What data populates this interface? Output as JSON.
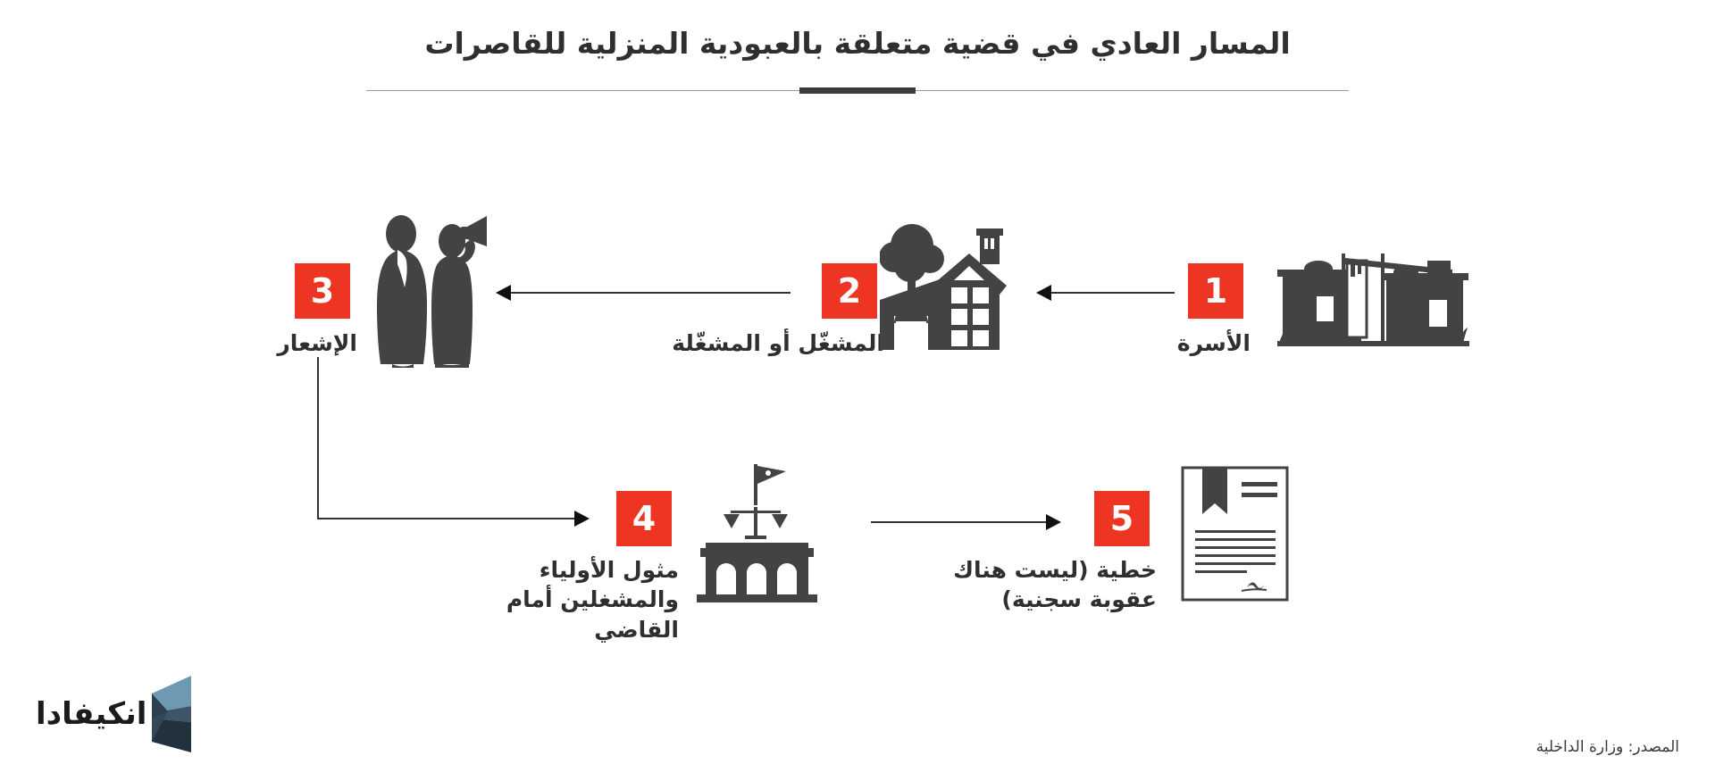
{
  "header": {
    "title": "المسار العادي في قضية متعلقة بالعبودية المنزلية للقاصرات"
  },
  "flow": {
    "steps": [
      {
        "number": "1",
        "label": "الأسرة",
        "icon": "shack-house-icon"
      },
      {
        "number": "2",
        "label": "المشغّل أو المشغّلة",
        "icon": "house-with-tree-icon"
      },
      {
        "number": "3",
        "label": "الإشعار",
        "icon": "two-people-megaphone-icon"
      },
      {
        "number": "4",
        "label": "مثول الأولياء\nوالمشغلين أمام\nالقاضي",
        "icon": "courthouse-icon"
      },
      {
        "number": "5",
        "label": "خطية (ليست هناك\nعقوبة سجنية)",
        "icon": "document-icon"
      }
    ],
    "connectors": [
      {
        "name": "arrow-step1-to-step2",
        "direction": "left"
      },
      {
        "name": "arrow-step2-to-step3",
        "direction": "left"
      },
      {
        "name": "arrow-step3-to-step4",
        "direction": "elbow-down-right"
      },
      {
        "name": "arrow-step4-to-step5",
        "direction": "right"
      }
    ]
  },
  "footer": {
    "source": "المصدر: وزارة الداخلية",
    "logo_text": "انكيفادا"
  },
  "colors": {
    "accent": "#ee3524",
    "icon": "#434343",
    "text": "#2f2f2f",
    "background": "#ffffff",
    "logo_light": "#7fa6bd",
    "logo_dark": "#2c3f4c"
  }
}
